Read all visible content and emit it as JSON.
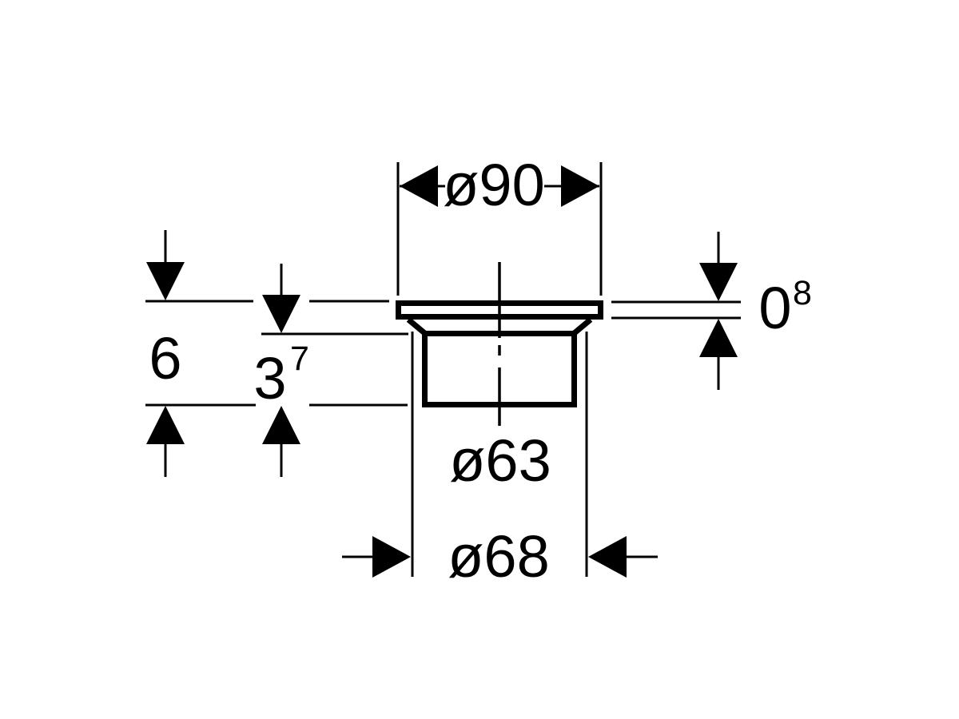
{
  "drawing": {
    "background_color": "#ffffff",
    "line_color": "#000000",
    "dimensions": {
      "top_diameter": {
        "text": "ø90"
      },
      "overall_height": {
        "text": "6"
      },
      "socket_height": {
        "text": "3",
        "sup": "7"
      },
      "flange_thickness": {
        "text": "0",
        "sup": "8"
      },
      "inner_diameter": {
        "text": "ø63"
      },
      "outer_diameter": {
        "text": "ø68"
      }
    }
  }
}
